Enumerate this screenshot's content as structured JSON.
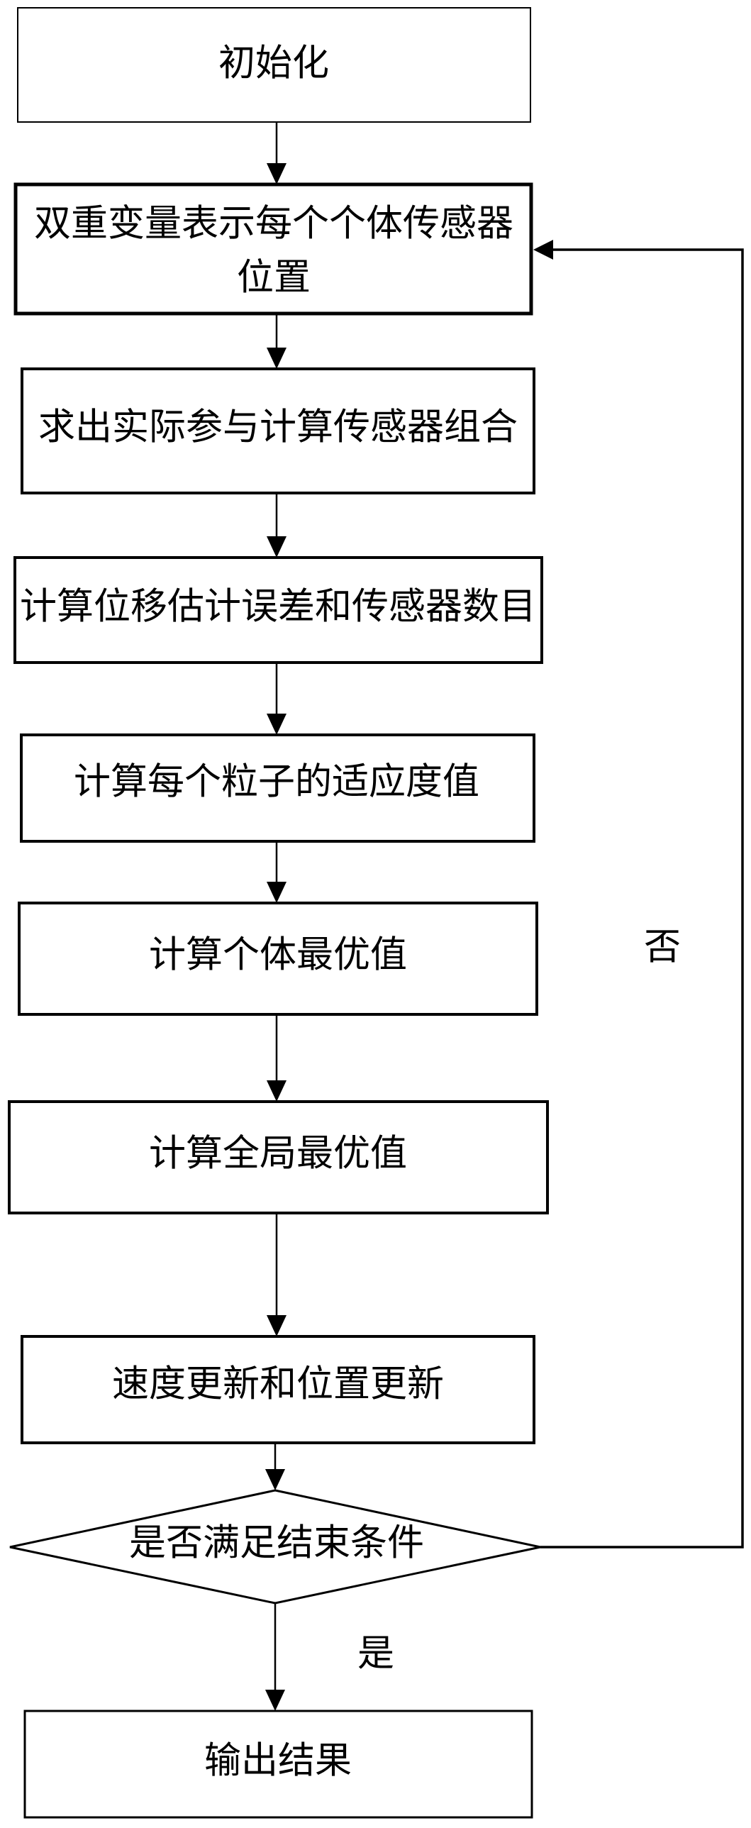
{
  "meta": {
    "diagram_type": "flowchart",
    "background_color": "#ffffff",
    "line_color": "#000000",
    "text_color": "#000000"
  },
  "flowchart": {
    "nodes": [
      {
        "id": "start",
        "shape": "rect",
        "label": "初始化"
      },
      {
        "id": "dual-variable-position",
        "shape": "rect",
        "label": "双重变量表示每个个体传感器位置",
        "lines": [
          "双重变量表示每个个体传感器",
          "位置"
        ]
      },
      {
        "id": "sensor-combination",
        "shape": "rect",
        "label": "求出实际参与计算传感器组合"
      },
      {
        "id": "displacement-error",
        "shape": "rect",
        "label": "计算位移估计误差和传感器数目"
      },
      {
        "id": "particle-fitness",
        "shape": "rect",
        "label": "计算每个粒子的适应度值"
      },
      {
        "id": "personal-best",
        "shape": "rect",
        "label": "计算个体最优值"
      },
      {
        "id": "global-best",
        "shape": "rect",
        "label": "计算全局最优值"
      },
      {
        "id": "velocity-position-update",
        "shape": "rect",
        "label": "速度更新和位置更新"
      },
      {
        "id": "termination-check",
        "shape": "diamond",
        "label": "是否满足结束条件"
      },
      {
        "id": "output-result",
        "shape": "rect",
        "label": "输出结果"
      }
    ],
    "edge_labels": {
      "no": "否",
      "yes": "是"
    }
  }
}
